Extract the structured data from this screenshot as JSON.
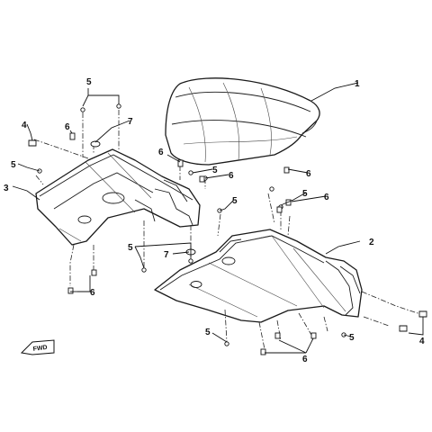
{
  "callouts": {
    "seat": "1",
    "rear_fender": "2",
    "front_fender": "3",
    "bolt_a": "4",
    "bolt_b": "4",
    "screw_top": "5",
    "screw_left": "5",
    "screw_mid1": "5",
    "screw_mid2": "5",
    "screw_center": "5",
    "screw_right": "5",
    "screw_bottom": "5",
    "screw_bottom_right": "5",
    "clip_left_top": "6",
    "clip_left_bottom": "6",
    "clip_mid": "6",
    "clip_mid2": "6",
    "clip_right_top": "6",
    "clip_right": "6",
    "clip_bottom": "6",
    "grommet_top": "7",
    "grommet_mid": "7"
  },
  "direction_label": "FWD"
}
